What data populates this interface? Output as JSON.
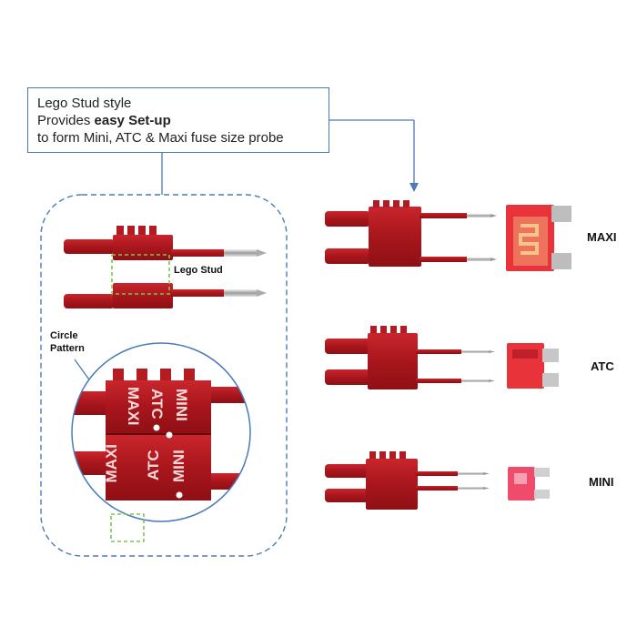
{
  "callout": {
    "line1": "Lego Stud style",
    "line2_prefix": "Provides ",
    "line2_bold": "easy Set-up",
    "line3": "to form Mini, ATC & Maxi fuse size probe"
  },
  "annotations": {
    "lego_stud": "Lego Stud",
    "circle_pattern_1": "Circle",
    "circle_pattern_2": "Pattern"
  },
  "zoom_markings": {
    "maxi": "MAXI",
    "atc_upper": "ATC",
    "mini_upper": "MINI",
    "maxi_lower": "MAXI",
    "atc_lower": "ATC",
    "mini_lower": "MINI"
  },
  "fuse_labels": {
    "maxi": "MAXI",
    "atc": "ATC",
    "mini": "MINI"
  },
  "colors": {
    "probe_red": "#b51c22",
    "fuse_red": "#e8333a",
    "callout_border": "#4a7ab8",
    "dashed_green": "#7cc44e"
  }
}
